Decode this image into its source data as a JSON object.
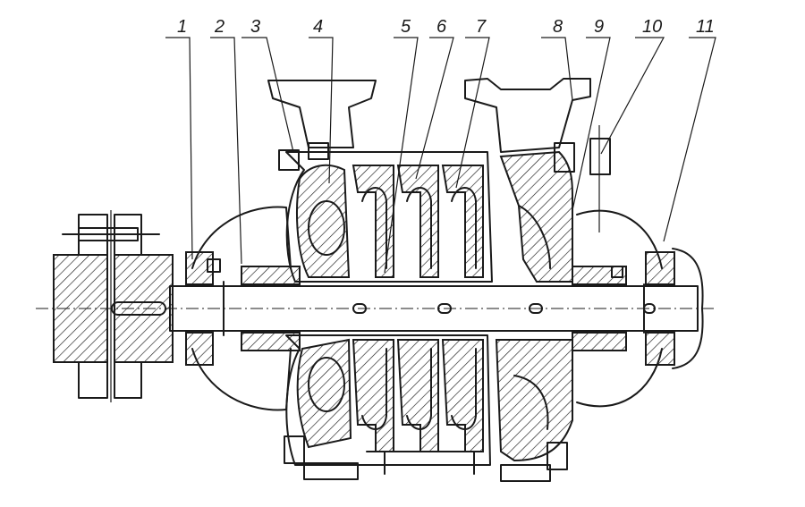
{
  "callouts": [
    {
      "id": "callout-1",
      "label": "1"
    },
    {
      "id": "callout-2",
      "label": "2"
    },
    {
      "id": "callout-3",
      "label": "3"
    },
    {
      "id": "callout-4",
      "label": "4"
    },
    {
      "id": "callout-5",
      "label": "5"
    },
    {
      "id": "callout-6",
      "label": "6"
    },
    {
      "id": "callout-7",
      "label": "7"
    },
    {
      "id": "callout-8",
      "label": "8"
    },
    {
      "id": "callout-9",
      "label": "9"
    },
    {
      "id": "callout-10",
      "label": "10"
    },
    {
      "id": "callout-11",
      "label": "11"
    }
  ],
  "colors": {
    "ink": "#1a1a1a",
    "paper": "#ffffff"
  }
}
